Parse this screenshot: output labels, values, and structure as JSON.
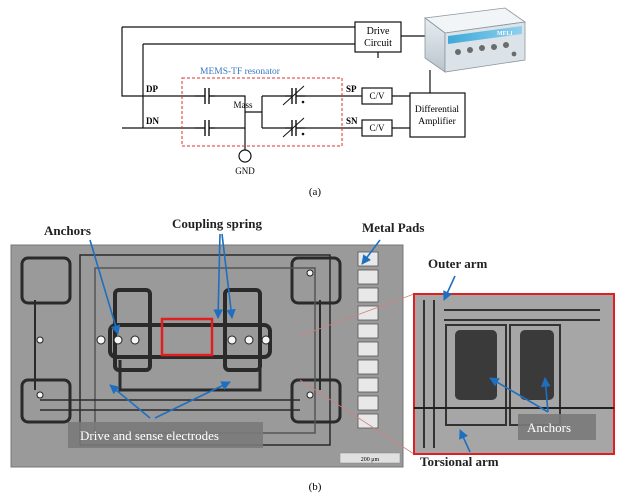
{
  "panel_a": {
    "caption": "(a)",
    "drive_circuit_label_line1": "Drive",
    "drive_circuit_label_line2": "Circuit",
    "resonator_label": "MEMS-TF resonator",
    "mass_label": "Mass",
    "dp_label": "DP",
    "dn_label": "DN",
    "sp_label": "SP",
    "sn_label": "SN",
    "cv_top_label": "C/V",
    "cv_bottom_label": "C/V",
    "diff_amp_line1": "Differential",
    "diff_amp_line2": "Amplifier",
    "gnd_label": "GND",
    "instrument_brand": "MFLI"
  },
  "panel_b": {
    "caption": "(b)",
    "label_anchors_left": "Anchors",
    "label_coupling_spring": "Coupling spring",
    "label_metal_pads": "Metal Pads",
    "label_outer_arm": "Outer arm",
    "label_drive_sense": "Drive and sense electrodes",
    "label_anchors_right": "Anchors",
    "label_torsional_arm": "Torsional arm",
    "scale_bar": "200 μm"
  },
  "colors": {
    "resonator_box": "#e03030",
    "resonator_label": "#3a78c2",
    "arrow_blue": "#1f6fc0",
    "highlight_red": "#e02020",
    "micrograph_bg": "#9a9a9a"
  }
}
